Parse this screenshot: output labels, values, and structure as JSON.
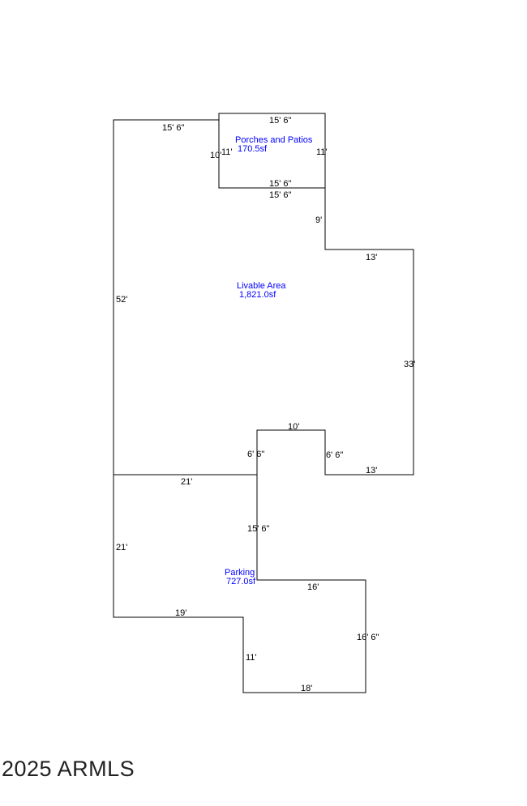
{
  "colors": {
    "wall": "#000000",
    "area_label": "#0000ff",
    "dimension": "#000000"
  },
  "areas": {
    "porches": {
      "name": "Porches and Patios",
      "size": "170.5sf"
    },
    "livable": {
      "name": "Livable Area",
      "size": "1,821.0sf"
    },
    "parking": {
      "name": "Parking",
      "size": "727.0sf"
    }
  },
  "dimensions": {
    "porch_top": "15' 6\"",
    "porch_bottom_inner": "15' 6\"",
    "porch_bottom_outer": "15' 6\"",
    "porch_left_outer": "10'",
    "porch_left_inner": "11'",
    "porch_right": "11'",
    "house_top_left": "15' 6\"",
    "right_step_vertical": "9'",
    "right_step_top": "13'",
    "house_left": "52'",
    "house_right": "33'",
    "notch_top": "10'",
    "notch_left": "6' 6\"",
    "notch_right": "6' 6\"",
    "house_bottom_right": "13'",
    "house_bottom_left": "21'",
    "parking_left": "21'",
    "parking_middle": "15' 6\"",
    "parking_top_right": "16'",
    "parking_right": "16' 6\"",
    "parking_bottom_left": "19'",
    "parking_step": "11'",
    "parking_bottom": "18'"
  },
  "footer": {
    "copyright": "2025 ARMLS"
  }
}
